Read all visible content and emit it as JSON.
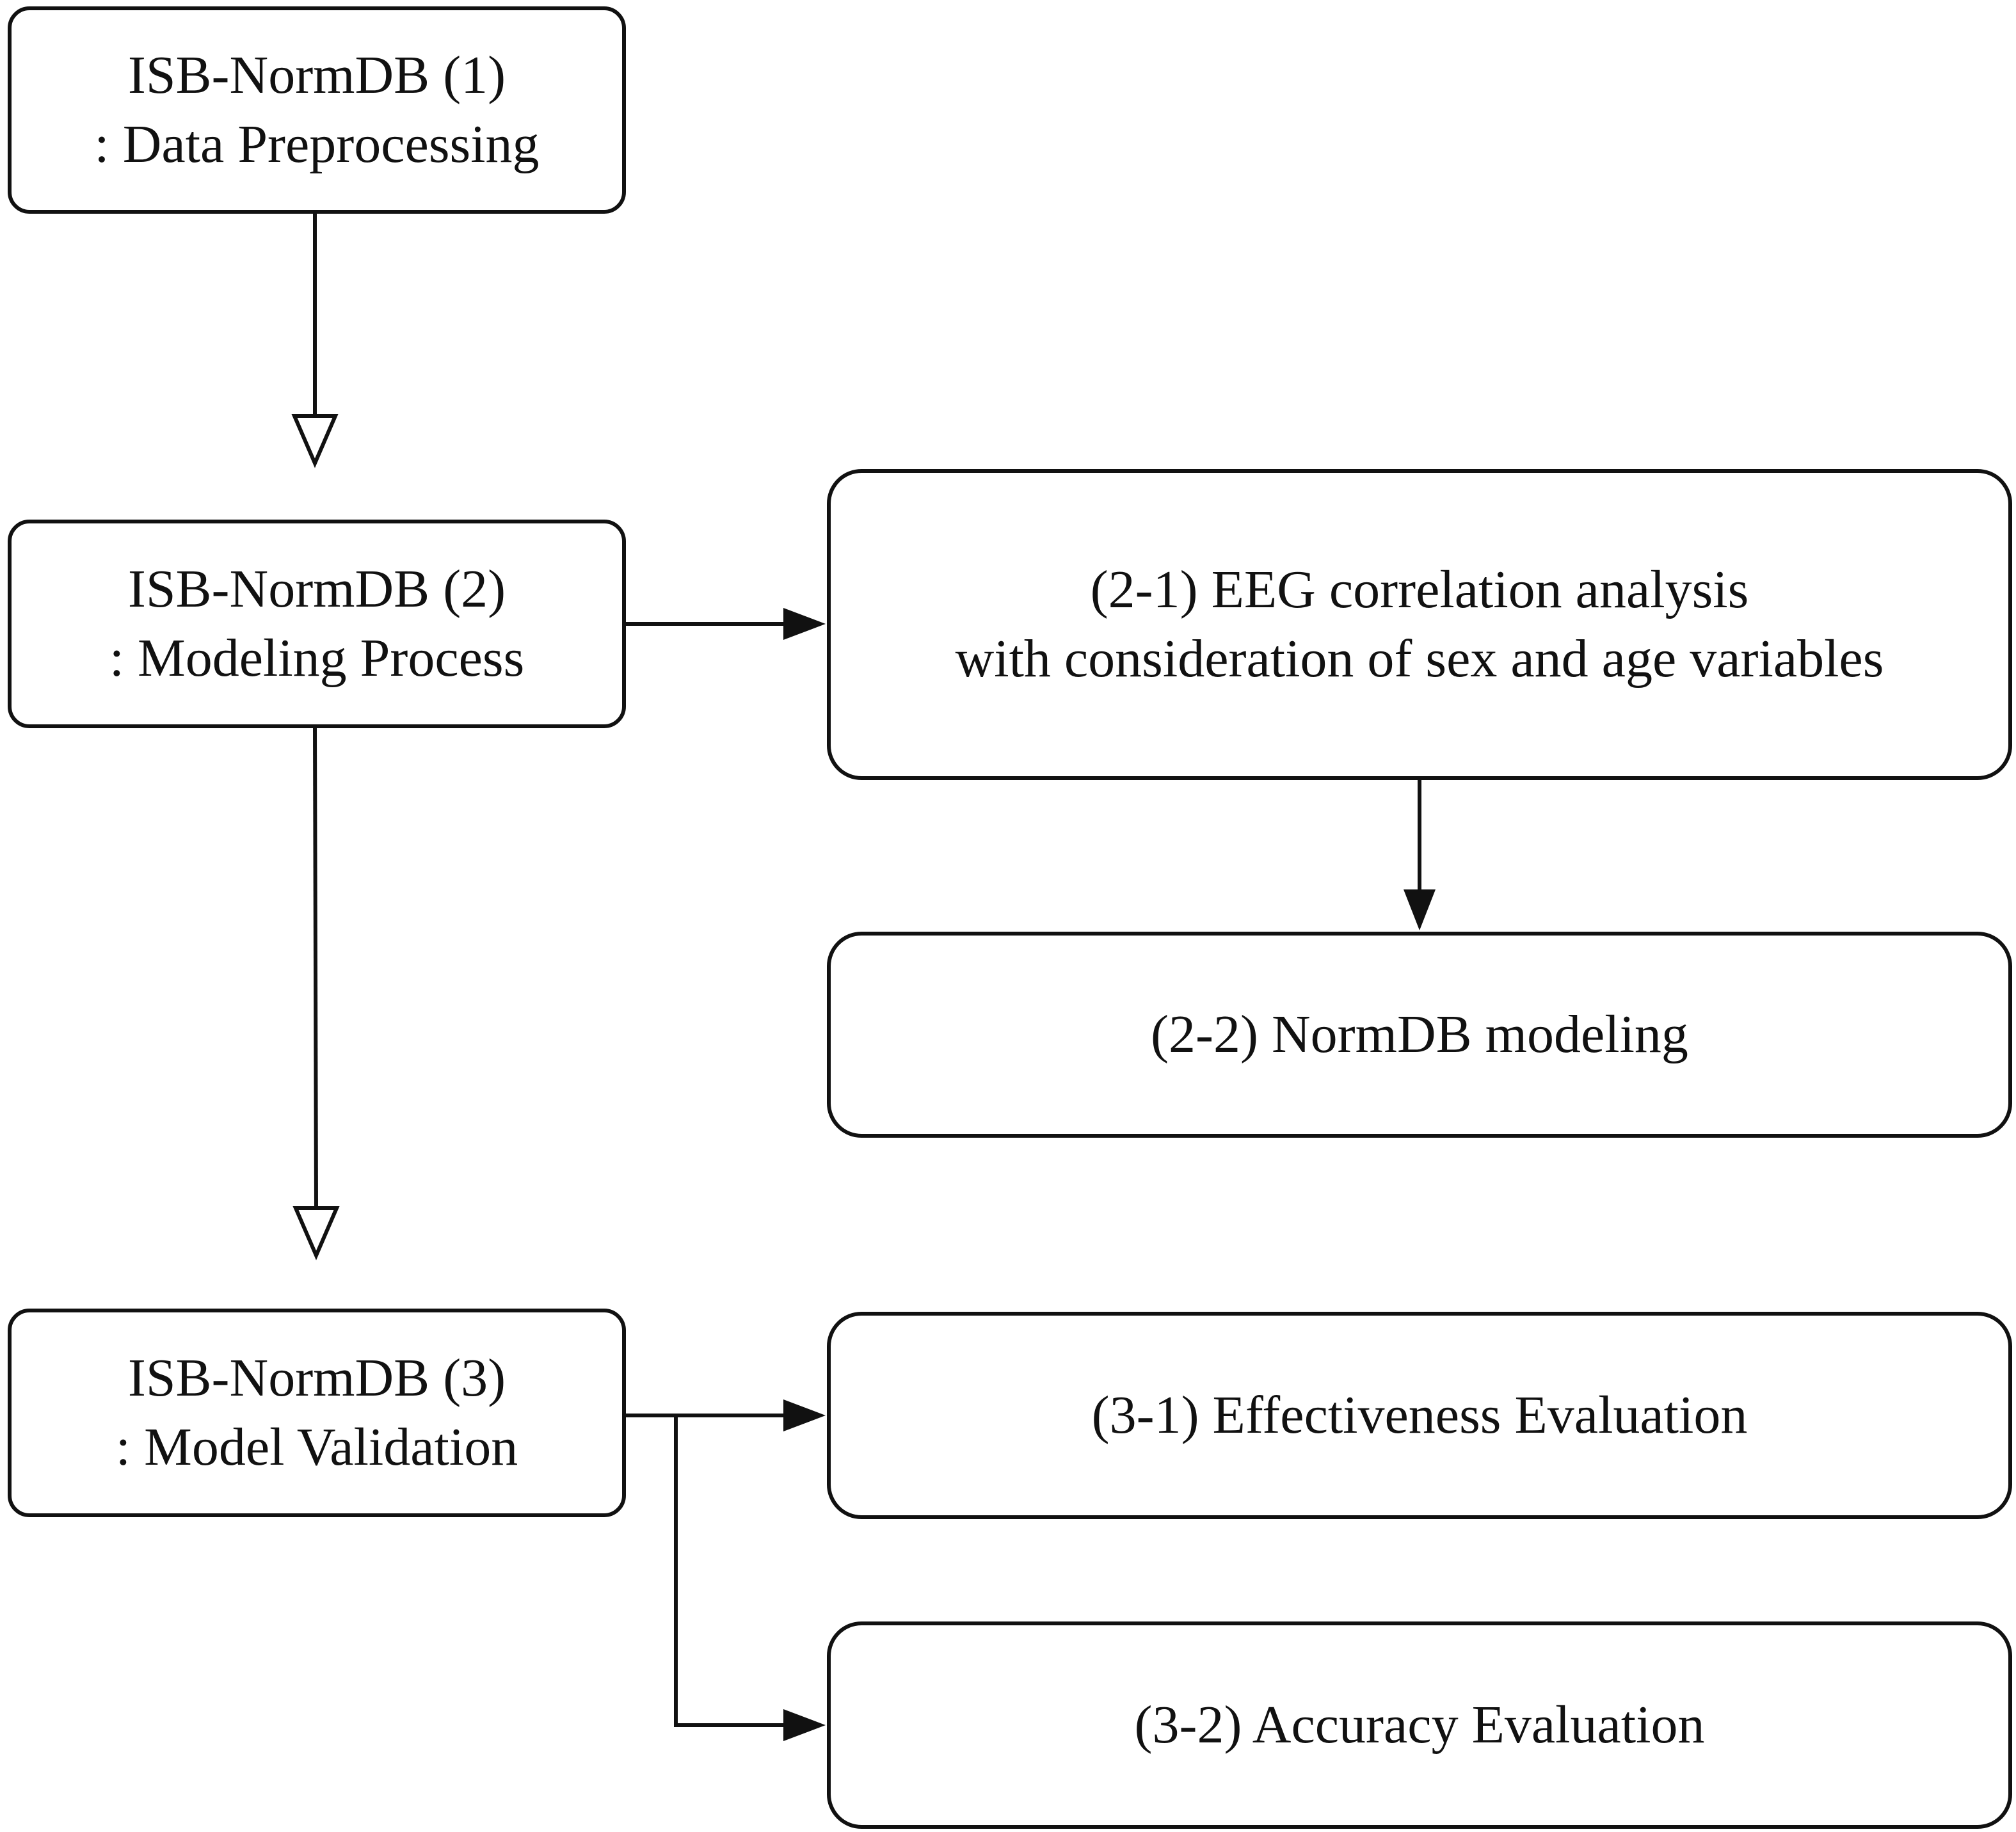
{
  "boxes": {
    "step1": {
      "line1": "ISB-NormDB (1)",
      "line2": ": Data Preprocessing"
    },
    "step2": {
      "line1": "ISB-NormDB (2)",
      "line2": ": Modeling Process"
    },
    "step3": {
      "line1": "ISB-NormDB (3)",
      "line2": ": Model Validation"
    },
    "step2_1": {
      "line1": "(2-1) EEG correlation analysis",
      "line2": "with consideration of sex and age variables"
    },
    "step2_2": {
      "line1": "(2-2) NormDB modeling"
    },
    "step3_1": {
      "line1": "(3-1) Effectiveness Evaluation"
    },
    "step3_2": {
      "line1": "(3-2) Accuracy Evaluation"
    }
  }
}
